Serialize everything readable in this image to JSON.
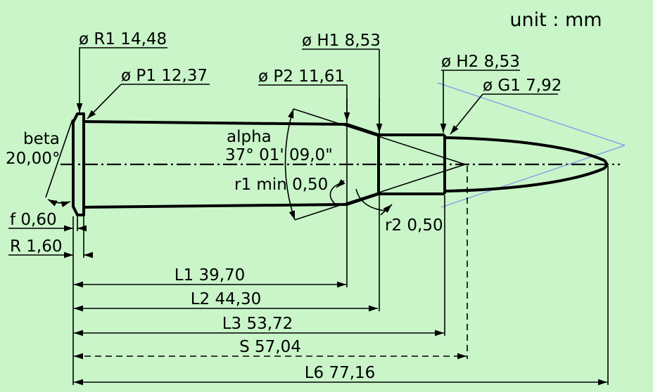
{
  "unit_label": "unit : mm",
  "colors": {
    "background": "#c9f5c9",
    "line": "#000000",
    "construction_line": "#8290f0"
  },
  "diameter_labels": {
    "r1_rim": "ø R1 14,48",
    "p1_base": "ø P1 12,37",
    "p2_shoulder": "ø P2 11,61",
    "h1_neck": "ø H1 8,53",
    "h2_mouth": "ø H2 8,53",
    "g1_bullet": "ø G1 7,92"
  },
  "angle_labels": {
    "beta_name": "beta",
    "beta_value": "20,00°",
    "alpha_name": "alpha",
    "alpha_value": "37° 01' 09,0\""
  },
  "radius_labels": {
    "r1": "r1 min 0,50",
    "r2": "r2 0,50"
  },
  "rim_labels": {
    "f": "f 0,60",
    "r": "R 1,60"
  },
  "length_labels": {
    "l1": "L1 39,70",
    "l2": "L2 44,30",
    "l3": "L3 53,72",
    "s": "S 57,04",
    "l6": "L6 77,16"
  }
}
